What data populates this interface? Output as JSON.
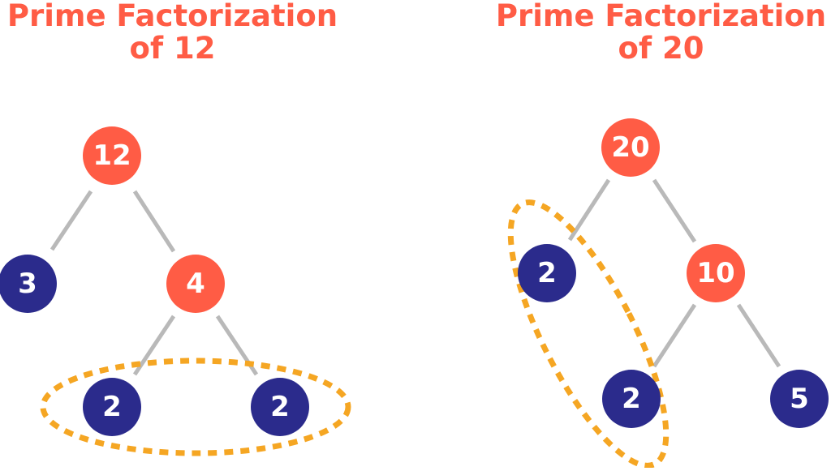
{
  "colors": {
    "composite_node": "#ff5c45",
    "prime_node": "#2b2b8c",
    "edge": "#b9b9b9",
    "highlight": "#f5a623",
    "title": "#ff5c45"
  },
  "diagrams": [
    {
      "title_line1": "Prime Factorization",
      "title_line2": "of 12",
      "nodes": {
        "root": "12",
        "left": "3",
        "mid": "4",
        "leaf_a": "2",
        "leaf_b": "2"
      }
    },
    {
      "title_line1": "Prime Factorization",
      "title_line2": "of 20",
      "nodes": {
        "root": "20",
        "left": "2",
        "mid": "10",
        "leaf_a": "2",
        "leaf_b": "5"
      }
    }
  ]
}
